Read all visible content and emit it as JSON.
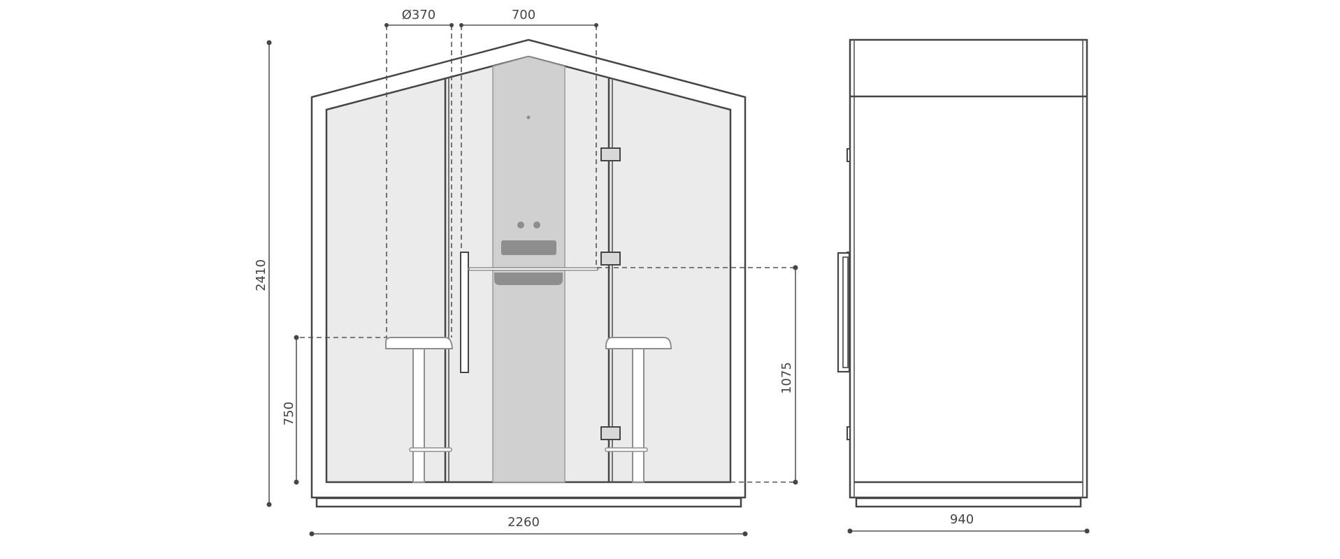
{
  "dimensions": {
    "diameter": "Ø370",
    "width_700": "700",
    "height_total": "2410",
    "height_750": "750",
    "height_1075": "1075",
    "width_total": "2260",
    "depth": "940"
  },
  "colors": {
    "line": "#454545",
    "panel_fill": "#ebebeb",
    "center_panel": "#d0d0d0",
    "device": "#8e8e8e"
  }
}
